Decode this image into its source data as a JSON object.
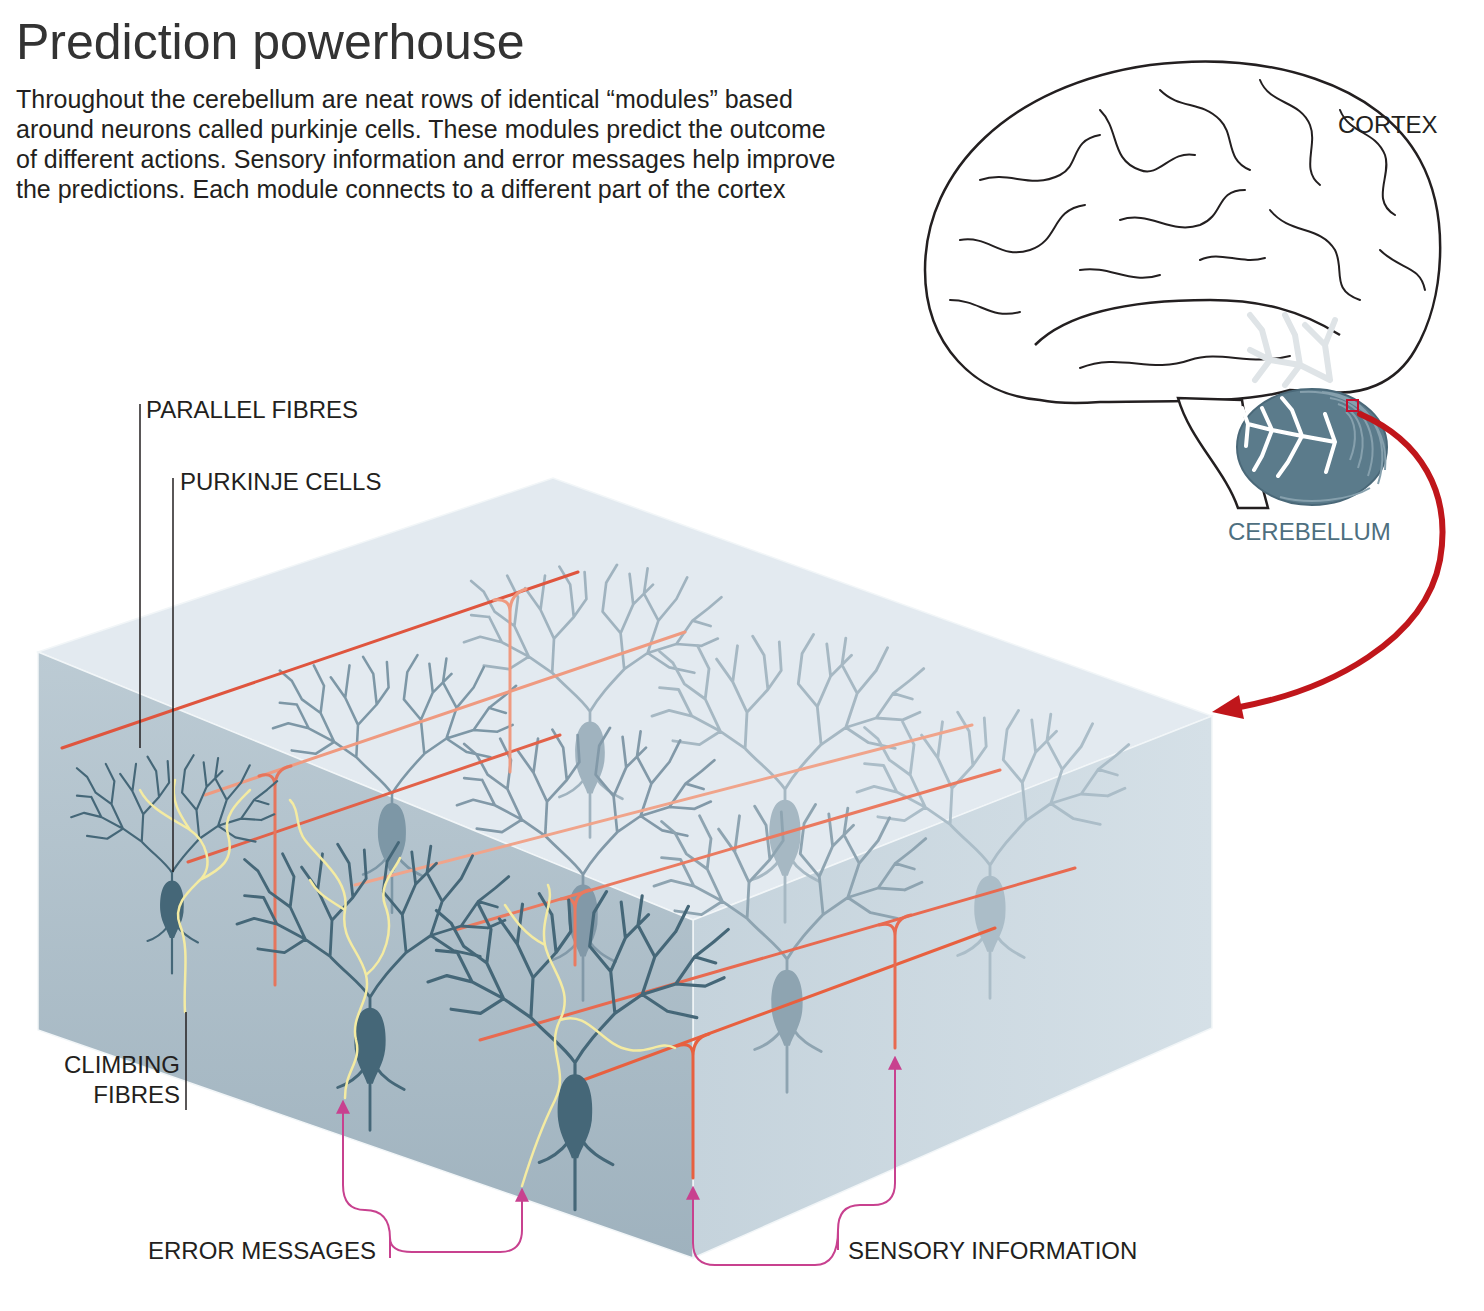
{
  "diagram": {
    "title": "Prediction powerhouse",
    "caption": "Throughout the cerebellum are neat rows of identical “modules” based around neurons called purkinje cells. These modules predict the outcome of different actions. Sensory information and error messages help improve the predictions. Each module connects to a different part of the cortex",
    "labels": [
      "CORTEX",
      "PARALLEL FIBRES",
      "PURKINJE CELLS",
      "CEREBELLUM",
      "CLIMBING FIBRES",
      "ERROR MESSAGES",
      "SENSORY INFORMATION"
    ]
  }
}
